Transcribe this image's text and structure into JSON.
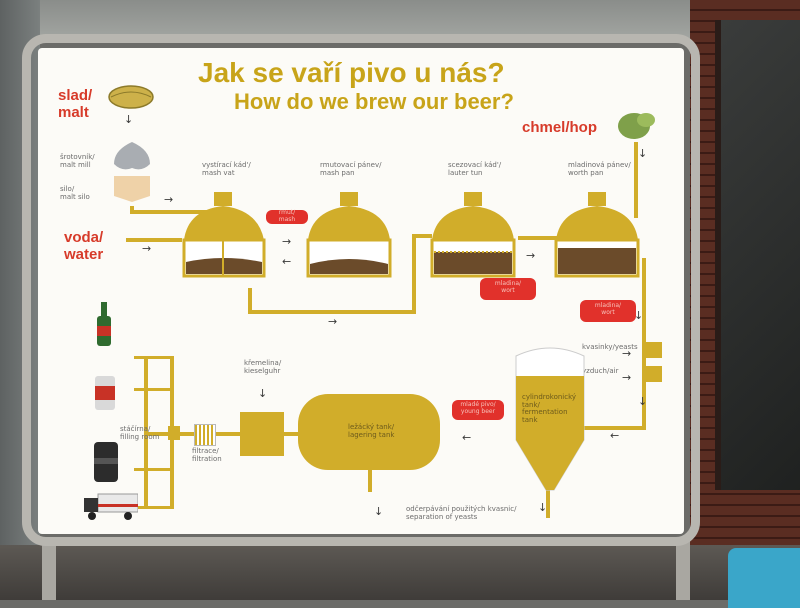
{
  "title": {
    "cz": "Jak se vaří pivo u nás?",
    "en": "How do we brew our beer?"
  },
  "inputs": {
    "malt": "slad/\nmalt",
    "water": "voda/\nwater",
    "hop": "chmel/hop",
    "yeasts": "kvasinky/yeasts",
    "air": "vzduch/air"
  },
  "equipment": {
    "malt_mill": "šrotovník/\nmalt mill",
    "malt_silo": "silo/\nmalt silo",
    "mash_vat": "vystírací kád'/\nmash vat",
    "mash_pan": "rmutovací pánev/\nmash pan",
    "lauter_tun": "scezovací kád'/\nlauter tun",
    "worth_pan": "mladinová pánev/\nworth pan",
    "fermentation_tank": "cylindrokonický\ntank/\nfermentation\ntank",
    "lagering_tank": "ležácký tank/\nlagering tank",
    "kieselguhr": "křemelina/\nkieselguhr",
    "filtration": "filtrace/\nfiltration",
    "filling_room": "stáčírna/\nfilling room",
    "yeast_separation": "odčerpávání použitých kvasnic/\nseparation of yeasts"
  },
  "pills": {
    "mash": "rmut/\nmash",
    "wort": "mladina/\nwort",
    "wort2": "mladina/\nwort",
    "young_beer": "mladé pivo/\nyoung beer"
  },
  "colors": {
    "gold": "#d1ad2a",
    "title": "#c8a419",
    "red": "#d73b2a",
    "pill": "#e1312b",
    "board": "#fcfbf7",
    "mash": "#6b4b2a"
  }
}
